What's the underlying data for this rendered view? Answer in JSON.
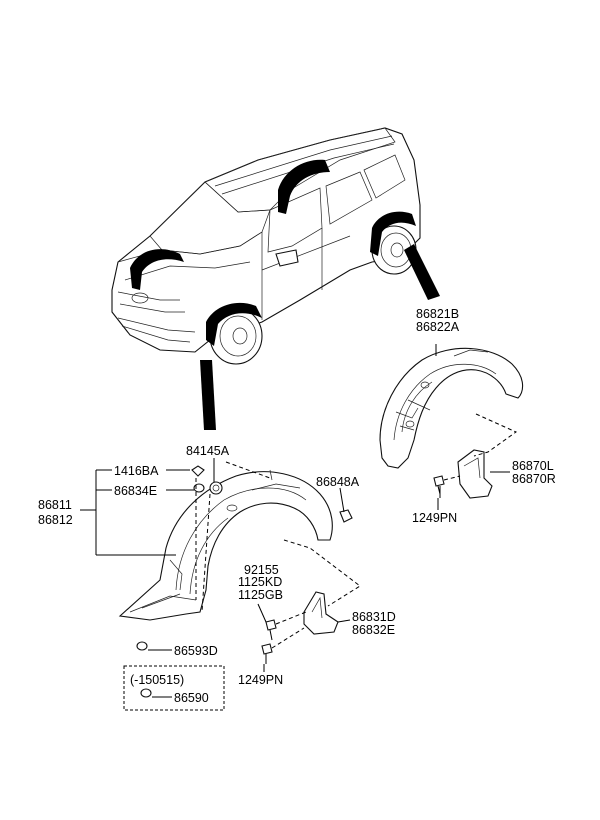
{
  "labels": {
    "p84145A": "84145A",
    "p1416BA": "1416BA",
    "p86834E": "86834E",
    "p86811": "86811",
    "p86812": "86812",
    "p86848A": "86848A",
    "p92155": "92155",
    "p1125KD": "1125KD",
    "p1125GB": "1125GB",
    "p86831D": "86831D",
    "p86832E": "86832E",
    "p86593D": "86593D",
    "p1249PN_front": "1249PN",
    "p150515": "(-150515)",
    "p86590": "86590",
    "p86821B": "86821B",
    "p86822A": "86822A",
    "p86870L": "86870L",
    "p86870R": "86870R",
    "p1249PN_rear": "1249PN"
  }
}
